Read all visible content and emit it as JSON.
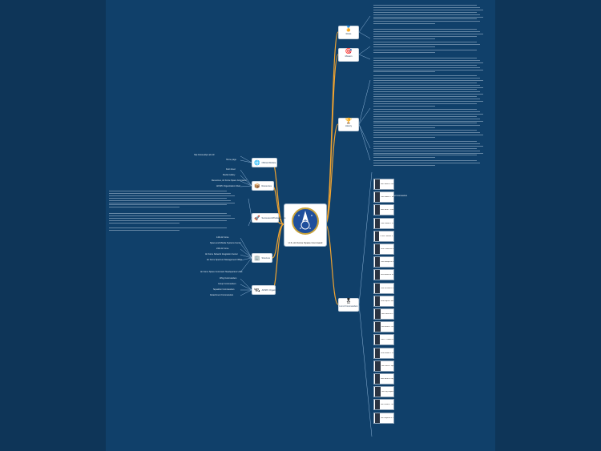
{
  "map_title": "U.S. Air Force Space Command",
  "right_branches": [
    {
      "label": "Roles",
      "icon": "🏅"
    },
    {
      "label": "Mission",
      "icon": "🎯"
    },
    {
      "label": "History",
      "icon": "🏆"
    },
    {
      "label": "List of Commanders",
      "icon": "🎖"
    }
  ],
  "left_branches": [
    {
      "label": "Official Website",
      "icon": "🌐"
    },
    {
      "label": "Resources",
      "icon": "📦"
    },
    {
      "label": "Successors/Predecessors",
      "icon": "🚀"
    },
    {
      "label": "Structure",
      "icon": "🏢"
    },
    {
      "label": "AFSPC Organization",
      "icon": "🛰"
    }
  ],
  "leaves": {
    "website": [
      "http://www.afspc.af.mil/",
      "Home page"
    ],
    "resources": [
      "Fact sheet",
      "Media Gallery",
      "Resources, Air Force Space Command",
      "AFSPC Organization Chart"
    ],
    "structure": [
      "14th Air Force",
      "Space and Missile Systems Center",
      "24th Air Force",
      "Air Force Network Integration Center",
      "Air Force Spectrum Management Office",
      "Air Force Space Command Headquarters Units"
    ],
    "organization": [
      "Wing Commanders",
      "Group Commanders",
      "Squadron Commanders",
      "Detachment Commanders"
    ]
  },
  "commanders": [
    "Gen James V. Hartinger",
    "Gen Robert T. Herres",
    "Gen John L. Piotrowski",
    "Gen Donald J. Kutyna",
    "Lt Gen Thomas S. Moorman Jr.",
    "Gen Charles A. Horner",
    "Gen Joseph W. Ashy",
    "Gen Howell M. Estes III",
    "Gen Richard B. Myers",
    "Gen Ralph E. Eberhart",
    "Gen Lance W. Lord",
    "Gen Kevin P. Chilton",
    "Gen C. Robert Kehler",
    "Gen William L. Shelton",
    "Gen John E. Hyten",
    "Gen John W. Raymond",
    "Gen Jay Raymond",
    "Gen David D. Thompson",
    "Gen Stephen N. Whiting"
  ],
  "commander_header": "Air Force Space Command Commanders"
}
